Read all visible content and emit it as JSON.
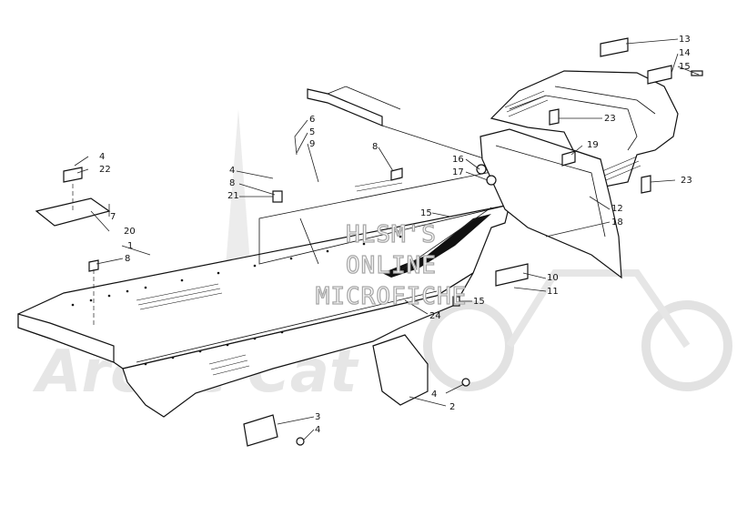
{
  "watermark": {
    "lines": [
      "HLSM'S",
      "ONLINE",
      "MICROFICHE"
    ],
    "brand": "Arctic Cat"
  },
  "callouts": [
    {
      "id": "c1",
      "label": "1"
    },
    {
      "id": "c2",
      "label": "2"
    },
    {
      "id": "c3",
      "label": "3"
    },
    {
      "id": "c4a",
      "label": "4"
    },
    {
      "id": "c4b",
      "label": "4"
    },
    {
      "id": "c4c",
      "label": "4"
    },
    {
      "id": "c4d",
      "label": "4"
    },
    {
      "id": "c5",
      "label": "5"
    },
    {
      "id": "c6",
      "label": "6"
    },
    {
      "id": "c7",
      "label": "7"
    },
    {
      "id": "c8a",
      "label": "8"
    },
    {
      "id": "c8b",
      "label": "8"
    },
    {
      "id": "c8c",
      "label": "8"
    },
    {
      "id": "c9",
      "label": "9"
    },
    {
      "id": "c10",
      "label": "10"
    },
    {
      "id": "c11",
      "label": "11"
    },
    {
      "id": "c12",
      "label": "12"
    },
    {
      "id": "c13",
      "label": "13"
    },
    {
      "id": "c14",
      "label": "14"
    },
    {
      "id": "c15a",
      "label": "15"
    },
    {
      "id": "c15b",
      "label": "15"
    },
    {
      "id": "c15c",
      "label": "15"
    },
    {
      "id": "c16",
      "label": "16"
    },
    {
      "id": "c17",
      "label": "17"
    },
    {
      "id": "c18",
      "label": "18"
    },
    {
      "id": "c19",
      "label": "19"
    },
    {
      "id": "c20",
      "label": "20"
    },
    {
      "id": "c21",
      "label": "21"
    },
    {
      "id": "c22",
      "label": "22"
    },
    {
      "id": "c23a",
      "label": "23"
    },
    {
      "id": "c23b",
      "label": "23"
    },
    {
      "id": "c24",
      "label": "24"
    }
  ]
}
